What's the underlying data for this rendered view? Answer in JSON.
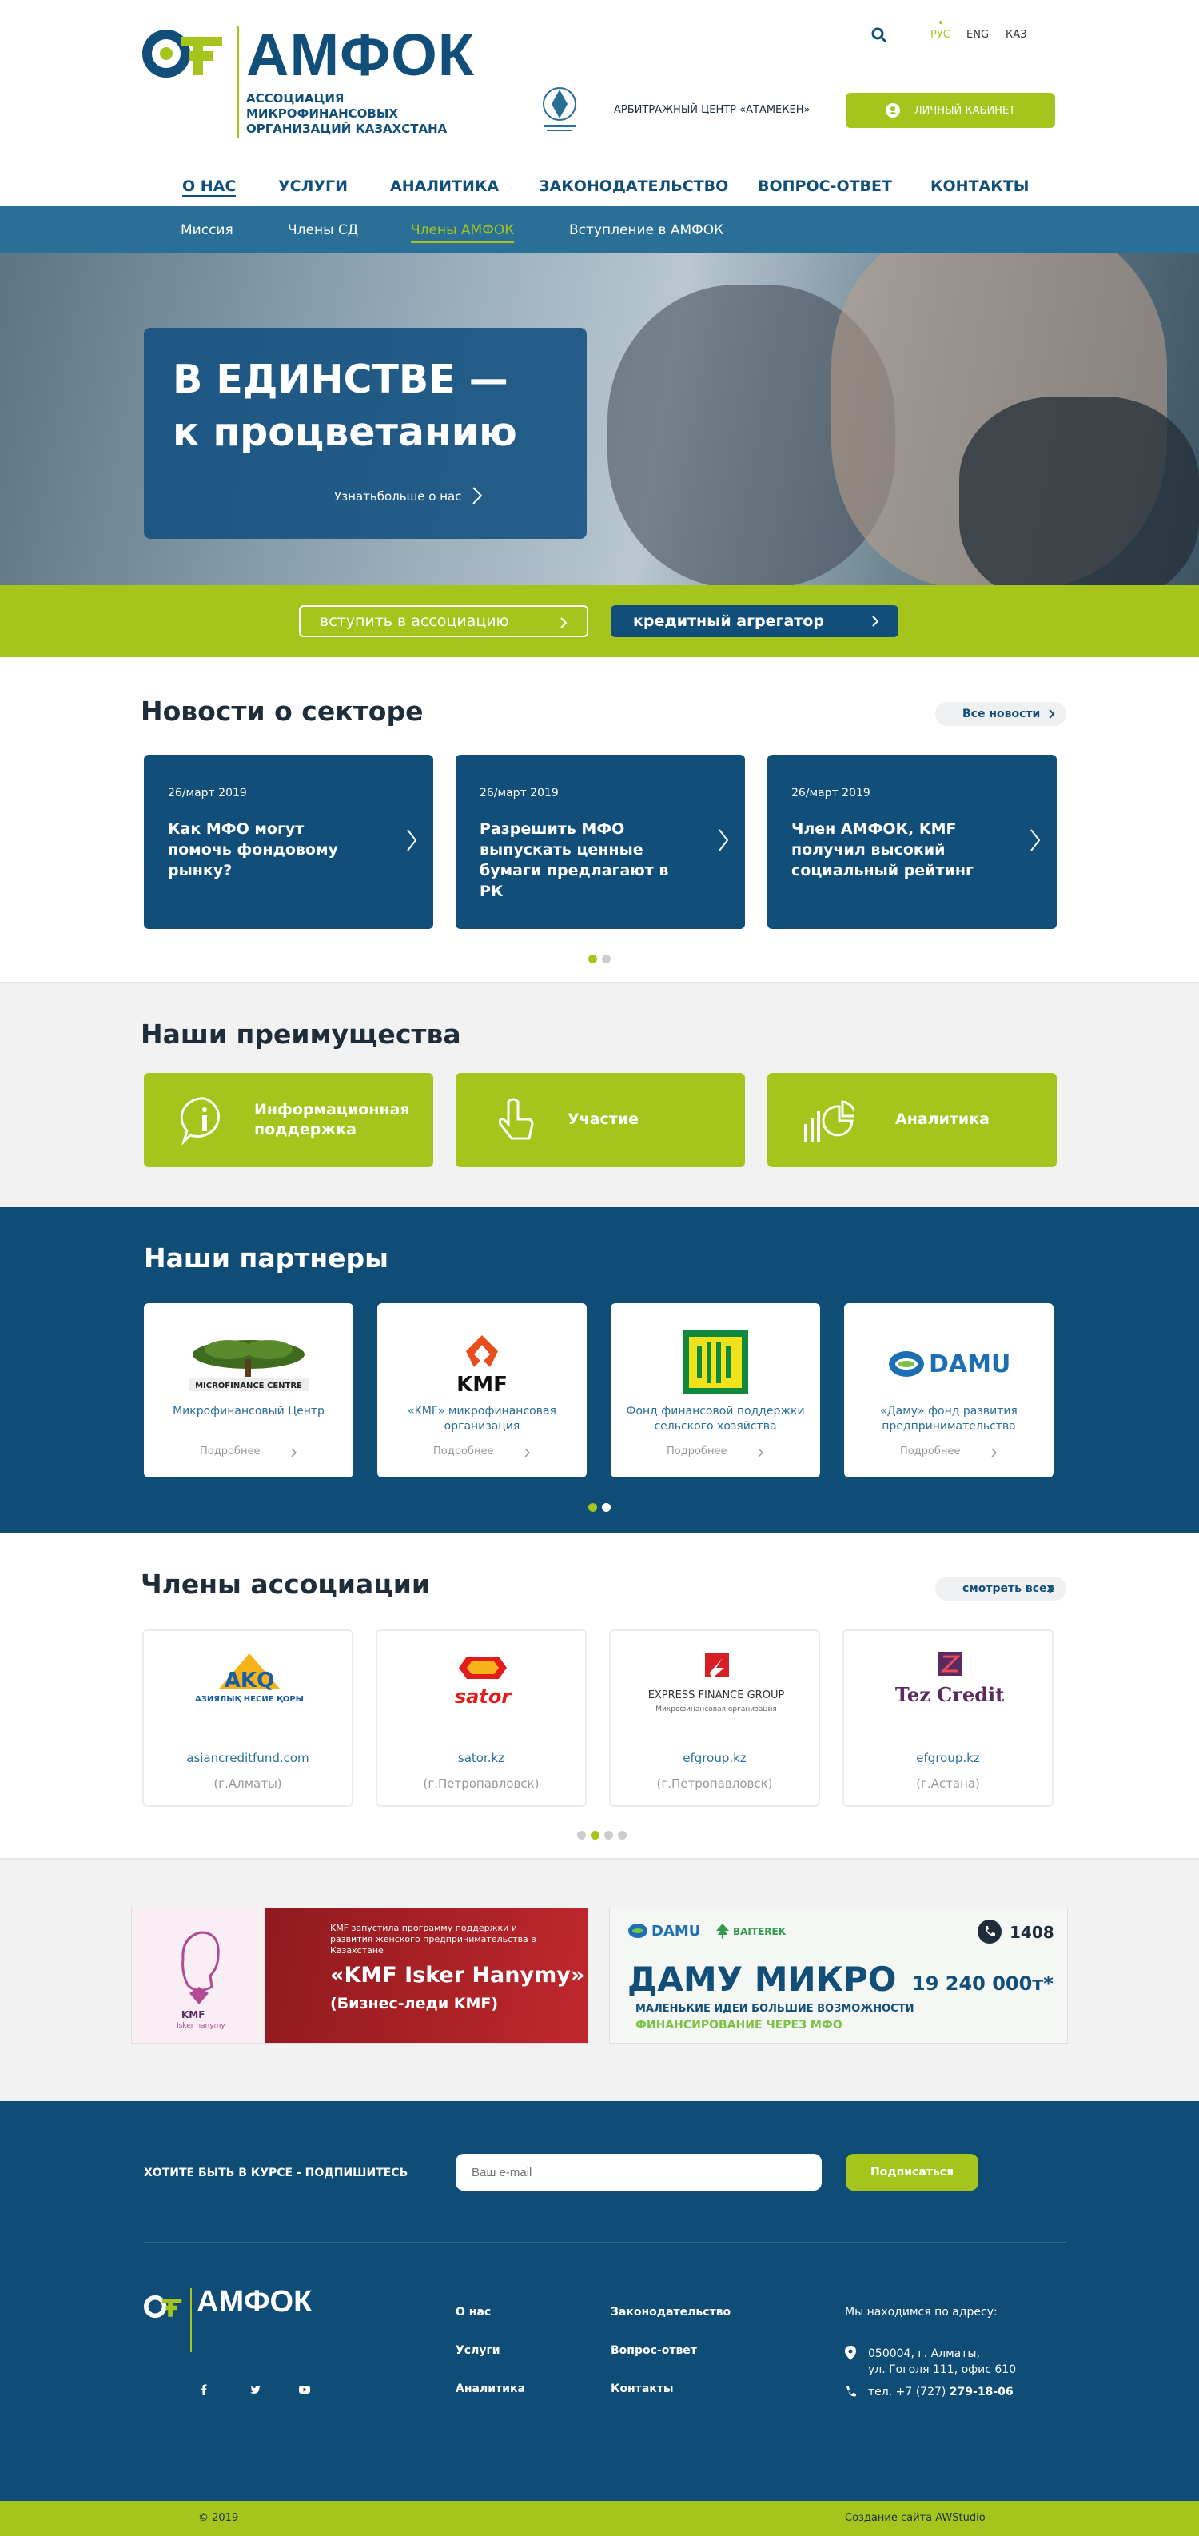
{
  "header": {
    "logo_word": "АМФОК",
    "logo_sub": "Ассоциация микрофинансовых организаций Казахстана",
    "arbitration": "АРБИТРАЖНЫЙ ЦЕНТР «АТАМЕКЕН»",
    "langs": [
      "РУС",
      "ENG",
      "КАЗ"
    ],
    "cabinet": "ЛИЧНЫЙ КАБИНЕТ",
    "nav": [
      "О нас",
      "Услуги",
      "Аналитика",
      "Законодательство",
      "Вопрос-ответ",
      "Контакты"
    ]
  },
  "subnav": [
    "Миссия",
    "Члены СД",
    "Члены АМФОК",
    "Вступление в АМФОК"
  ],
  "hero": {
    "title_line1": "В ЕДИНСТВЕ —",
    "title_line2": "к процветанию",
    "more": "Узнатьбольше о нас"
  },
  "strip": {
    "join": "вступить в ассоциацию",
    "aggregator": "кредитный агрегатор"
  },
  "news": {
    "title": "Новости о секторе",
    "all": "Все новости",
    "items": [
      {
        "date": "26/март 2019",
        "title": "Как МФО могут помочь фондовому рынку?"
      },
      {
        "date": "26/март 2019",
        "title": "Разрешить МФО выпускать ценные бумаги предлагают в РК"
      },
      {
        "date": "26/март 2019",
        "title": "Член АМФОК, KMF получил высокий социальный рейтинг"
      }
    ]
  },
  "advantages": {
    "title": "Наши преимущества",
    "items": [
      "Информационная поддержка",
      "Участие",
      "Аналитика"
    ]
  },
  "partners": {
    "title": "Наши партнеры",
    "more": "Подробнее",
    "items": [
      {
        "name": "Микрофинансовый Центр",
        "logo_text": "MICROFINANCE CENTRE"
      },
      {
        "name": "«KMF» микрофинансовая организация",
        "logo_text": "KMF"
      },
      {
        "name": "Фонд финансовой поддержки сельского хозяйства",
        "logo_text": ""
      },
      {
        "name": "«Даму» фонд развития предпринимательства",
        "logo_text": "DAMU"
      }
    ]
  },
  "members": {
    "title": "Члены ассоциации",
    "all": "смотреть всех",
    "items": [
      {
        "url": "asiancreditfund.com",
        "city": "(г.Алматы)",
        "logo_text": "AKQ",
        "logo_sub": "АЗИЯЛЫҚ НЕСИЕ ҚОРЫ"
      },
      {
        "url": "sator.kz",
        "city": "(г.Петропавловск)",
        "logo_text": "sator",
        "logo_sub": ""
      },
      {
        "url": "efgroup.kz",
        "city": "(г.Петропавловск)",
        "logo_text": "EXPRESS FINANCE GROUP",
        "logo_sub": "Микрофинансовая организация"
      },
      {
        "url": "efgroup.kz",
        "city": "(г.Астана)",
        "logo_text": "Tez Credit",
        "logo_sub": ""
      }
    ]
  },
  "banners": {
    "kmf_small": "KMF запустила программу поддержки и развития женского предпринимательства в Казахстане",
    "kmf_big": "«KMF Isker Hanymy»",
    "kmf_sub": "(Бизнес-леди KMF)",
    "kmf_logo": "KMF",
    "kmf_logo_sub": "Isker hanymy",
    "damu": "DAMU",
    "baiterek": "BAITEREK",
    "phone": "1408",
    "damu_big": "ДАМУ МИКРО",
    "damu_line1": "МАЛЕНЬКИЕ ИДЕИ БОЛЬШИЕ ВОЗМОЖНОСТИ",
    "damu_line2": "ФИНАНСИРОВАНИЕ ЧЕРЕЗ МФО",
    "damu_amount": "19 240 000т*"
  },
  "footer": {
    "subscribe_label": "Хотите быть в курсе - подпишитесь",
    "email_placeholder": "Ваш e-mail",
    "subscribe_btn": "Подписаться",
    "logo": "АМФОК",
    "links_col1": [
      "О нас",
      "Услуги",
      "Аналитика"
    ],
    "links_col2": [
      "Законодательство",
      "Вопрос-ответ",
      "Контакты"
    ],
    "address_heading": "Мы находимся по адресу:",
    "address_line1": "050004, г. Алматы,",
    "address_line2": "ул. Гоголя 111, офис 610",
    "phone_prefix": "тел. +7 (727)",
    "phone_number": "279-18-06",
    "copyright": "© 2019",
    "credit": "Создание сайта AWStudio"
  },
  "colors": {
    "brand_blue": "#114e79",
    "brand_green": "#a5c51c"
  }
}
